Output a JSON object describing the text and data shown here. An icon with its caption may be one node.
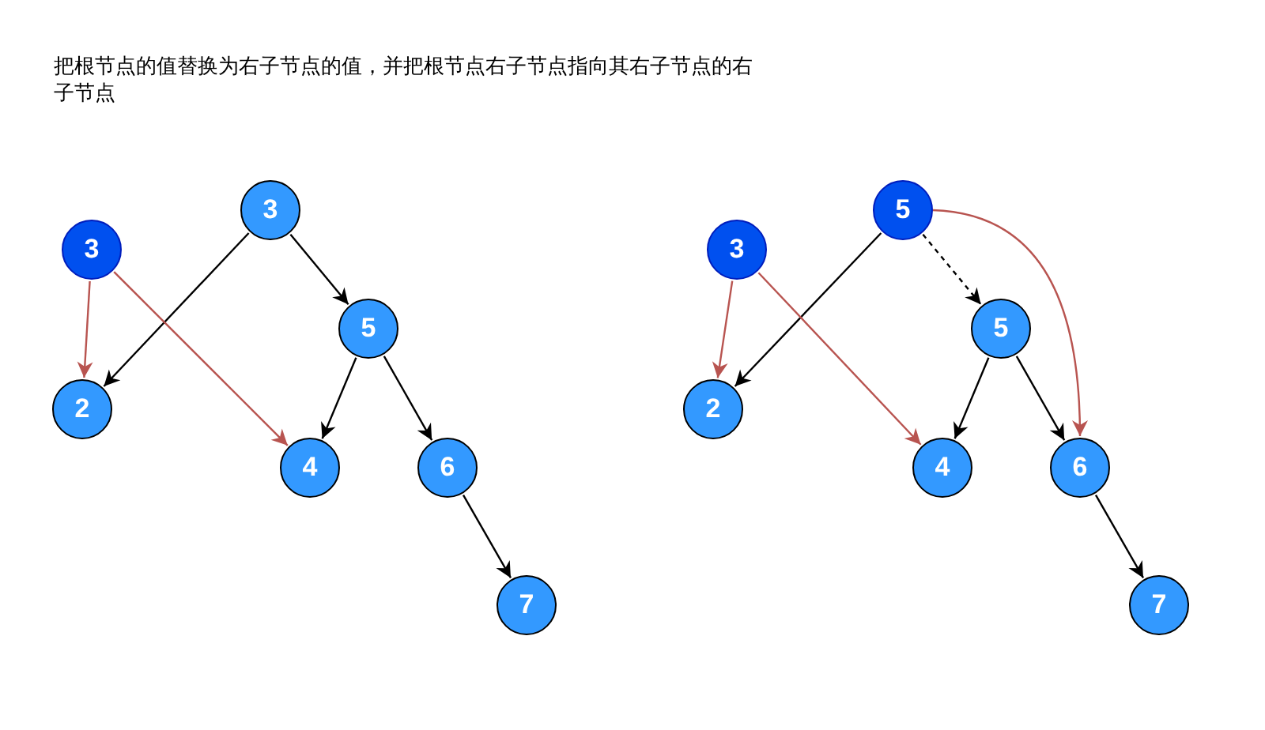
{
  "diagram": {
    "title": "把根节点的值替换为右子节点的值，并把根节点右子节点指向其右子节点的右子节点",
    "nodes": [
      {
        "text": [
          "3"
        ]
      },
      {
        "text": [
          "3"
        ]
      },
      {
        "text": [
          "2"
        ]
      },
      {
        "text": [
          "5"
        ]
      },
      {
        "text": [
          "4"
        ]
      },
      {
        "text": [
          "6"
        ]
      },
      {
        "text": [
          "7"
        ]
      },
      {
        "text": [
          "3"
        ]
      },
      {
        "text": [
          "5"
        ]
      },
      {
        "text": [
          "2"
        ]
      },
      {
        "text": [
          "5"
        ]
      },
      {
        "text": [
          "4"
        ]
      },
      {
        "text": [
          "6"
        ]
      },
      {
        "text": [
          "7"
        ]
      }
    ],
    "edges": [
      {
        "from": 1,
        "to": 2,
        "arrow": "to"
      },
      {
        "from": 1,
        "to": 3,
        "arrow": "to"
      },
      {
        "from": 3,
        "to": 4,
        "arrow": "to"
      },
      {
        "from": 3,
        "to": 5,
        "arrow": "to"
      },
      {
        "from": 5,
        "to": 6,
        "arrow": "to"
      },
      {
        "from": 0,
        "to": 2,
        "arrow": "to",
        "color": "#b85450"
      },
      {
        "from": 0,
        "to": 4,
        "arrow": "to",
        "color": "#b85450"
      },
      {
        "from": 8,
        "to": 9,
        "arrow": "to"
      },
      {
        "from": 8,
        "to": 10,
        "arrow": "to",
        "style": "dashed"
      },
      {
        "from": 10,
        "to": 11,
        "arrow": "to"
      },
      {
        "from": 10,
        "to": 12,
        "arrow": "to"
      },
      {
        "from": 12,
        "to": 13,
        "arrow": "to"
      },
      {
        "from": 7,
        "to": 9,
        "arrow": "to",
        "color": "#b85450"
      },
      {
        "from": 7,
        "to": 11,
        "arrow": "to",
        "color": "#b85450"
      },
      {
        "from": 8,
        "to": 12,
        "arrow": "to",
        "color": "#b85450"
      }
    ]
  }
}
